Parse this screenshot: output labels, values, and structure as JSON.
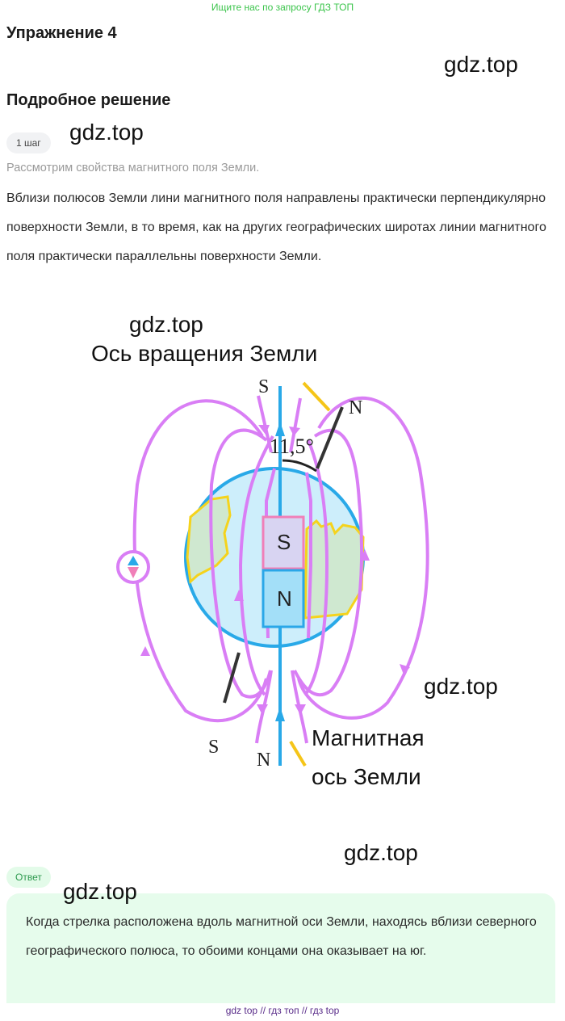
{
  "banner": {
    "text": "Ищите нас по запросу ГДЗ ТОП",
    "color": "#3bc44b"
  },
  "header": {
    "title": "Упражнение 4",
    "subtitle": "Подробное решение"
  },
  "step": {
    "badge": "1 шаг",
    "caption": "Рассмотрим свойства магнитного поля Земли.",
    "body": "Вблизи полюсов Земли лини магнитного поля направлены практически перпендикулярно поверхности Земли, в то время, как на других географических широтах линии магнитного поля практически параллельны поверхности Земли."
  },
  "watermarks": [
    "gdz.top",
    "gdz.top",
    "gdz.top",
    "gdz.top",
    "gdz.top",
    "gdz.top"
  ],
  "diagram": {
    "rotation_axis_label": "Ось вращения Земли",
    "angle_label": "11,5°",
    "magnet_top_label": "S",
    "magnet_bottom_label": "N",
    "top_pole_magnetic": "S",
    "top_pole_geographic": "N",
    "bottom_pole_geographic": "S",
    "bottom_pole_magnetic": "N",
    "magnetic_axis_label_line1": "Магнитная",
    "magnetic_axis_label_line2": "ось Земли",
    "colors": {
      "field_lines": "#d97ef5",
      "axis": "#29a9e8",
      "earth": "#cdeefb",
      "land": "#cfe8d0",
      "coast": "#f5d31c",
      "magnet_s": "#f07fb8",
      "magnet_n": "#2aa7e8"
    }
  },
  "answer": {
    "badge": "Ответ",
    "text": "Когда стрелка расположена вдоль магнитной оси Земли, находясь вблизи северного географического полюса, то обоими концами она оказывает на юг."
  },
  "footer": {
    "text": "gdz top  //  гдз топ  //  гдз top"
  }
}
